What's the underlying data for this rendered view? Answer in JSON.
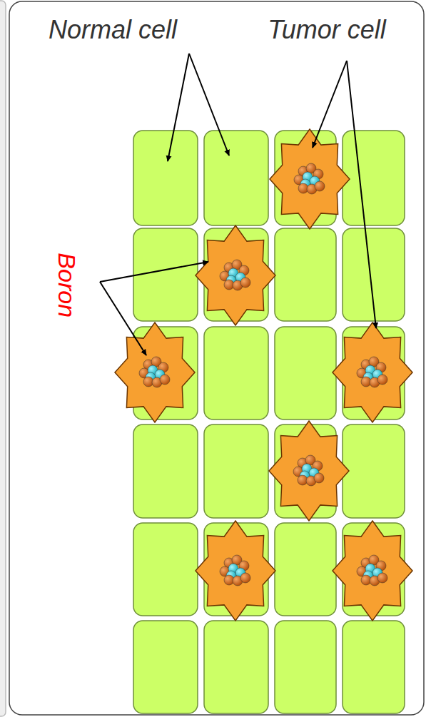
{
  "diagram": {
    "labels": [
      "Normal cell",
      "Tumor cell",
      "Boron"
    ]
  }
}
